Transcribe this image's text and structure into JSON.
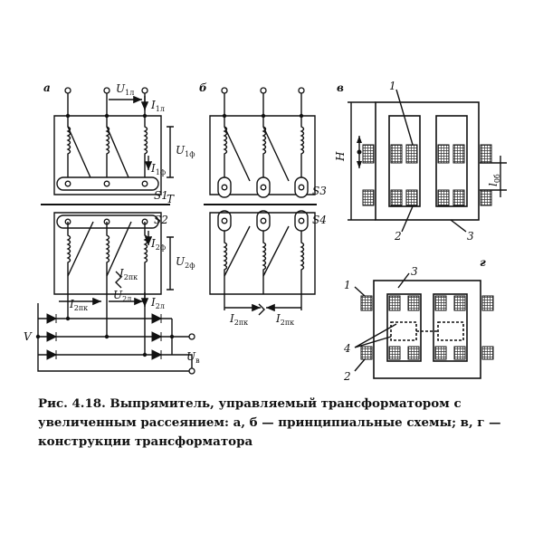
{
  "panels": {
    "a": "а",
    "b": "б",
    "v": "в",
    "g": "г"
  },
  "labels": {
    "U1l_main": "U",
    "U1l_sub": "1л",
    "I1l_main": "I",
    "I1l_sub": "1л",
    "U1f_main": "U",
    "U1f_sub": "1ф",
    "I1f_main": "I",
    "I1f_sub": "1ф",
    "S1": "S1",
    "T": "T",
    "S2": "S2",
    "I2f_main": "I",
    "I2f_sub": "2ф",
    "U2f_main": "U",
    "U2f_sub": "2ф",
    "I2pk_mid_main": "I",
    "I2pk_mid_sub": "2пк",
    "I2pk_left_main": "I",
    "I2pk_left_sub": "2пк",
    "U2l_main": "U",
    "U2l_sub": "2л",
    "I2l_main": "I",
    "I2l_sub": "2л",
    "V": "V",
    "Uv_main": "U",
    "Uv_sub": "в",
    "S3": "S3",
    "S4": "S4",
    "I2pk_b1_main": "I",
    "I2pk_b1_sub": "2пк",
    "I2pk_b2_main": "I",
    "I2pk_b2_sub": "2пк",
    "H": "H",
    "l06_main": "l",
    "l06_sub": "0б",
    "v_num1": "1",
    "v_num2": "2",
    "v_num3": "3",
    "g_num1": "1",
    "g_num2": "2",
    "g_num3": "3",
    "g_num4": "4"
  },
  "caption": {
    "head": "Рис. 4.18.",
    "body": " Выпрямитель, управляемый трансформатором с увеличенным рассеянием: а, б — принципиальные схемы; в, г — конструкции трансформатора"
  }
}
